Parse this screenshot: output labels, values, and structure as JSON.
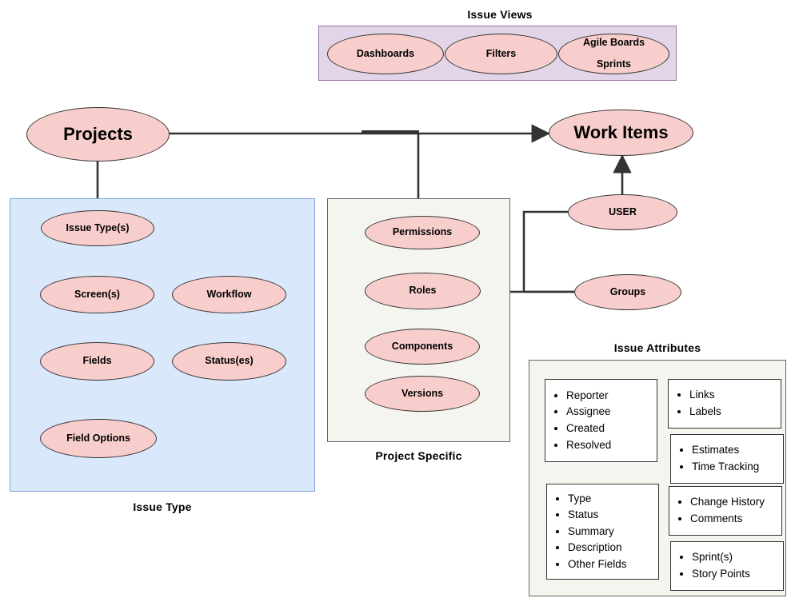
{
  "diagram": {
    "title_text_color": "#000000",
    "entity_fill": "#f8cecc",
    "entity_stroke": "#333333",
    "group_purple_fill": "#e1d5e7",
    "group_purple_stroke": "#9673a6",
    "group_blue_fill": "#dae8fc",
    "group_blue_stroke": "#7ea6e0",
    "group_beige_fill": "#f5f5f0",
    "group_beige_stroke": "#666666",
    "background": "#ffffff"
  },
  "groups": {
    "issue_views": {
      "label": "Issue Views"
    },
    "issue_type": {
      "label": "Issue Type"
    },
    "project_specific": {
      "label": "Project Specific"
    },
    "issue_attributes": {
      "label": "Issue Attributes"
    }
  },
  "entities": {
    "dashboards": "Dashboards",
    "filters": "Filters",
    "agile_boards": "Agile Boards\nSprints",
    "agile_boards_line1": "Agile Boards",
    "agile_boards_line2": "Sprints",
    "projects": "Projects",
    "work_items": "Work Items",
    "user": "USER",
    "groups_entity": "Groups",
    "issue_types": "Issue Type(s)",
    "screens": "Screen(s)",
    "workflow": "Workflow",
    "fields": "Fields",
    "statuses": "Status(es)",
    "field_options": "Field Options",
    "permissions": "Permissions",
    "roles": "Roles",
    "components": "Components",
    "versions": "Versions"
  },
  "attribute_cards": [
    {
      "id": "card-people",
      "items": [
        "Reporter",
        "Assignee",
        "Created",
        "Resolved"
      ]
    },
    {
      "id": "card-links",
      "items": [
        "Links",
        "Labels"
      ]
    },
    {
      "id": "card-time",
      "items": [
        "Estimates",
        "Time Tracking"
      ]
    },
    {
      "id": "card-core",
      "items": [
        "Type",
        "Status",
        "Summary",
        "Description",
        "Other Fields"
      ]
    },
    {
      "id": "card-activity",
      "items": [
        "Change History",
        "Comments"
      ]
    },
    {
      "id": "card-agile",
      "items": [
        "Sprint(s)",
        "Story Points"
      ]
    }
  ],
  "relationships": [
    {
      "from": "Projects",
      "to": "Issue Type(s)",
      "marker": "crowsfoot"
    },
    {
      "from": "Projects",
      "to": "Work Items",
      "marker": "arrow"
    },
    {
      "from": "Issue Type(s)",
      "to": "Screen(s)",
      "marker": "crowsfoot"
    },
    {
      "from": "Issue Type(s)",
      "to": "Workflow",
      "marker": "crowsfoot"
    },
    {
      "from": "Screen(s)",
      "to": "Fields",
      "marker": "crowsfoot"
    },
    {
      "from": "Workflow",
      "to": "Status(es)",
      "marker": "crowsfoot"
    },
    {
      "from": "Fields",
      "to": "Field Options",
      "marker": "zero-or-many"
    },
    {
      "from": "Work Items",
      "to": "USER",
      "marker": "arrow"
    },
    {
      "from": "Roles",
      "to": "Permissions",
      "marker": "arrow"
    },
    {
      "from": "USER",
      "to": "Roles",
      "marker": "arrow"
    },
    {
      "from": "Groups",
      "to": "Roles",
      "marker": "arrow"
    }
  ]
}
